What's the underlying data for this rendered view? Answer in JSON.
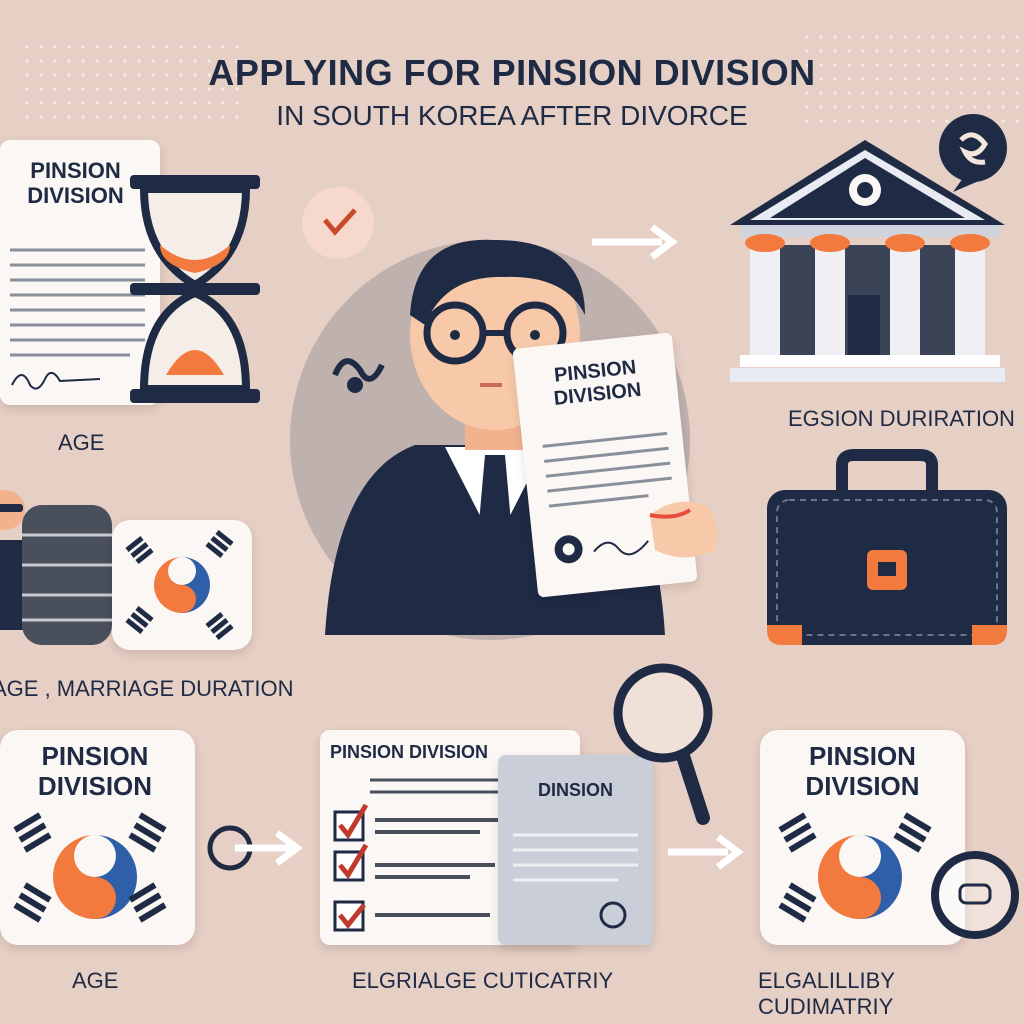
{
  "title": {
    "line1": "APPLYING FOR PINSION DIVISION",
    "line2": "IN SOUTH KOREA AFTER DIVORCE"
  },
  "documents": {
    "top_left": "PINSION DIVISION",
    "person_held": "PINSION DIVISION",
    "bottom_left": "PINSION DIVISION",
    "checklist_header": "PINSION DIVISION",
    "small_doc": "DINSION",
    "bottom_right": "PINSION DIVISION"
  },
  "labels": {
    "age_top": "AGE",
    "marriage_duration": "AGE , MARRIAGE DURATION",
    "egsion_duration": "EGSION DURIRATION",
    "age_bottom": "AGE",
    "elgrialge": "ELGRIALGE CUTICATRIY",
    "elgalility": "ELGALILLIBY CUDIMATRIY"
  },
  "icons": [
    "hourglass-icon",
    "bank-building-icon",
    "briefcase-icon",
    "magnifier-icon",
    "korean-flag-icon",
    "checkmark-icon",
    "arrow-right-icon",
    "speech-bubble-icon"
  ],
  "colors": {
    "background": "#e6cfc4",
    "navy": "#1f2a44",
    "orange": "#f27a3f",
    "blue": "#2f5fa8",
    "paper": "#fbf7f4"
  }
}
